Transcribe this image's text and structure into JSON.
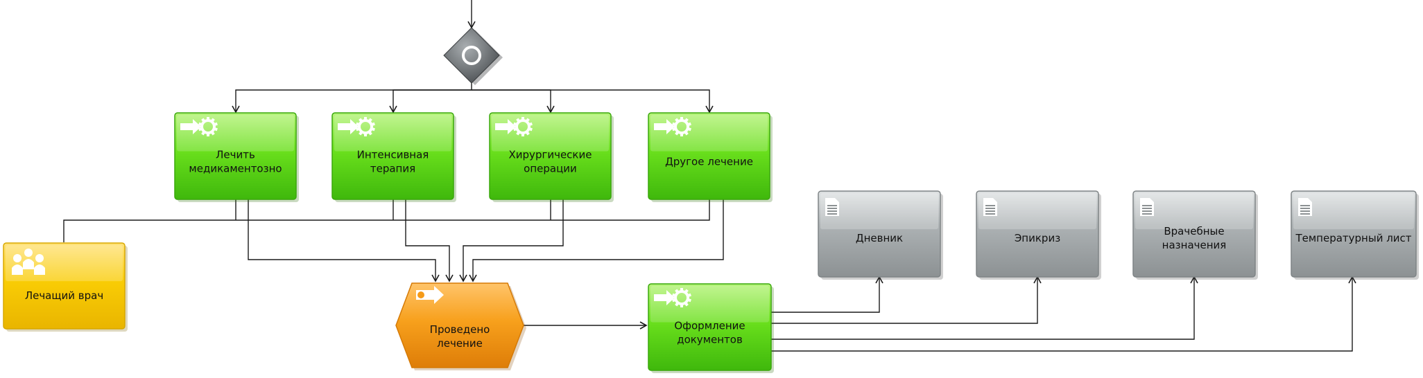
{
  "functions": [
    {
      "id": "f1",
      "lines": [
        "Лечить",
        "медикаментозно"
      ]
    },
    {
      "id": "f2",
      "lines": [
        "Интенсивная",
        "терапия"
      ]
    },
    {
      "id": "f3",
      "lines": [
        "Хирургические",
        "операции"
      ]
    },
    {
      "id": "f4",
      "lines": [
        "Другое лечение"
      ]
    },
    {
      "id": "f5",
      "lines": [
        "Оформление",
        "документов"
      ]
    }
  ],
  "role": {
    "lines": [
      "Лечащий врач"
    ]
  },
  "event": {
    "lines": [
      "Проведено",
      "лечение"
    ]
  },
  "documents": [
    {
      "id": "d1",
      "lines": [
        "Дневник"
      ]
    },
    {
      "id": "d2",
      "lines": [
        "Эпикриз"
      ]
    },
    {
      "id": "d3",
      "lines": [
        "Врачебные",
        "назначения"
      ]
    },
    {
      "id": "d4",
      "lines": [
        "Температурный лист"
      ]
    }
  ],
  "connector": {
    "type": "OR"
  },
  "colors": {
    "function": "#66dd1a",
    "function_dark": "#3aa80c",
    "document": "#a9aeb0",
    "role": "#f7c800",
    "event": "#f59a17",
    "connector": "#5f6467",
    "line": "#1a1a1a"
  },
  "icons": {
    "function": "function-arrow-gear-icon",
    "document": "document-icon",
    "role": "people-icon",
    "event": "event-arrow-icon",
    "connector": "or-connector-icon"
  }
}
